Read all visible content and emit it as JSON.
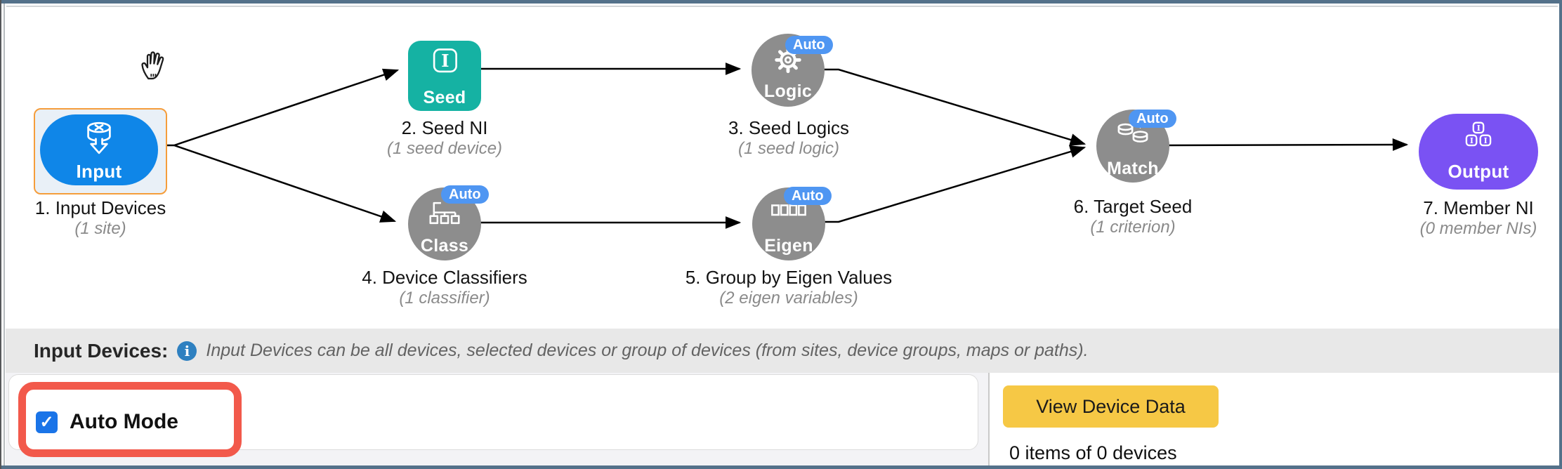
{
  "flow": {
    "nodes": [
      {
        "label": "1. Input Devices",
        "sublabel": "(1 site)",
        "text": "Input",
        "badge": "",
        "selected": true,
        "icon": "database-input-icon"
      },
      {
        "label": "2. Seed NI",
        "sublabel": "(1 seed device)",
        "text": "Seed",
        "badge": "",
        "selected": false,
        "icon": "seed-i-icon"
      },
      {
        "label": "3. Seed Logics",
        "sublabel": "(1 seed logic)",
        "text": "Logic",
        "badge": "Auto",
        "selected": false,
        "icon": "gear-icon"
      },
      {
        "label": "4. Device Classifiers",
        "sublabel": "(1 classifier)",
        "text": "Class",
        "badge": "Auto",
        "selected": false,
        "icon": "sitemap-icon"
      },
      {
        "label": "5. Group by Eigen Values",
        "sublabel": "(2 eigen variables)",
        "text": "Eigen",
        "badge": "Auto",
        "selected": false,
        "icon": "columns-icon"
      },
      {
        "label": "6. Target Seed",
        "sublabel": "(1 criterion)",
        "text": "Match",
        "badge": "Auto",
        "selected": false,
        "icon": "database-match-icon"
      },
      {
        "label": "7. Member NI",
        "sublabel": "(0 member NIs)",
        "text": "Output",
        "badge": "",
        "selected": false,
        "icon": "output-blocks-icon"
      }
    ],
    "cursor_icon": "open-hand-cursor-icon"
  },
  "info_bar": {
    "title": "Input Devices:",
    "info_icon": "info-circle-icon",
    "info_icon_glyph": "i",
    "description": "Input Devices can be all devices, selected devices or group of devices (from sites, device groups, maps or paths)."
  },
  "settings_panel": {
    "auto_mode_label": "Auto Mode",
    "auto_mode_checked": true,
    "check_glyph": "✓"
  },
  "device_panel": {
    "view_button_label": "View Device Data",
    "items_summary": "0 items of 0 devices"
  },
  "colors": {
    "input_blue": "#0f86e8",
    "seed_teal": "#15b2a3",
    "auto_gray": "#8d8d8d",
    "badge_blue": "#4f96f2",
    "output_purple": "#7a52f3",
    "selection_orange": "#f59d3b",
    "annotation_red": "#f2594b",
    "button_yellow": "#f6c845",
    "checkbox_blue": "#1a74e8",
    "info_blue": "#2e80c0",
    "frame_slate": "#54718a"
  }
}
